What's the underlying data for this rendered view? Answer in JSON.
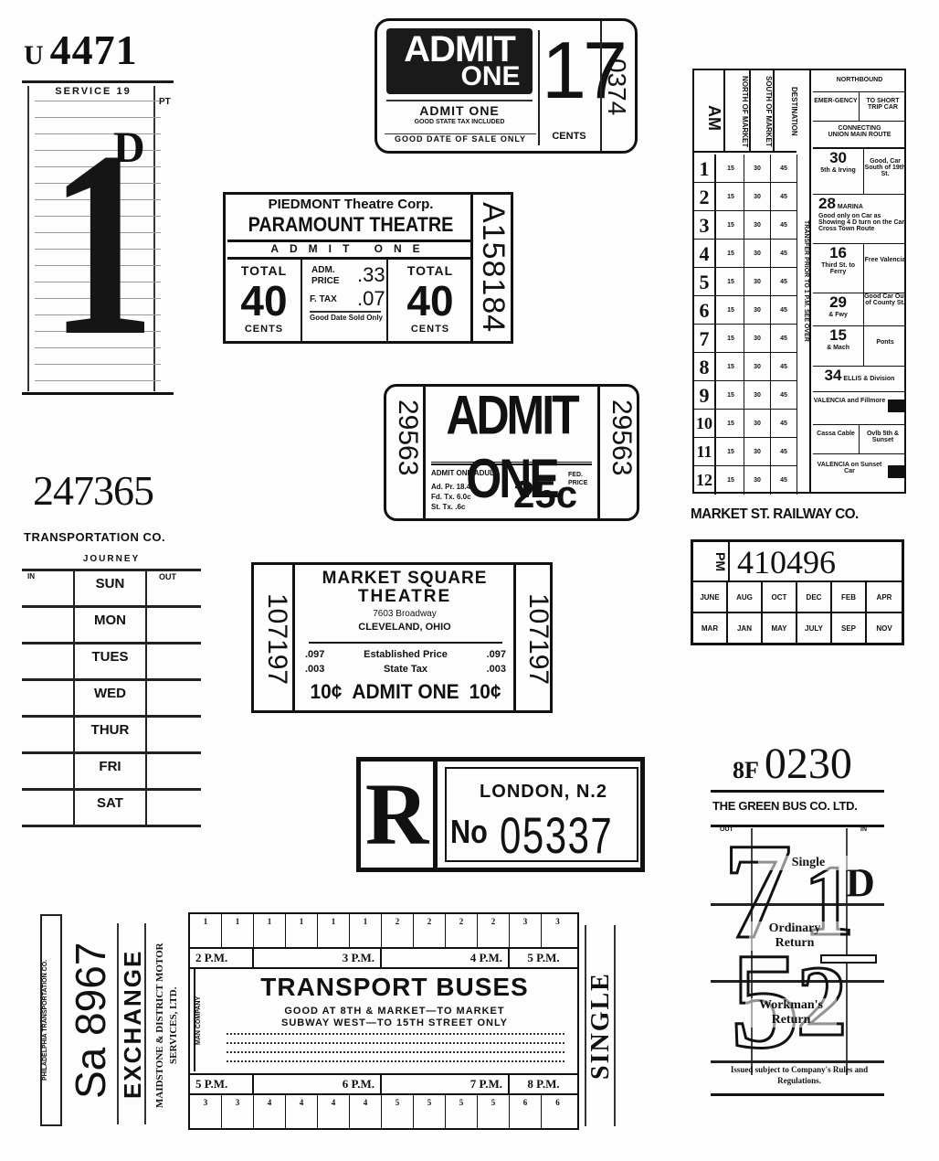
{
  "tickets": {
    "one_penny": {
      "prefix": "U",
      "serial": "4471",
      "service": "SERVICE 19",
      "value": "1",
      "value_unit": "D",
      "side_label": "PT"
    },
    "admit_one_17": {
      "badge_top": "ADMIT",
      "badge_bottom": "ONE",
      "subtitle": "ADMIT ONE",
      "tax_line": "GOOD STATE TAX INCLUDED",
      "validity": "GOOD DATE OF SALE ONLY",
      "price": "17",
      "price_unit": "CENTS",
      "serial": "0374"
    },
    "paramount": {
      "corp": "PIEDMONT Theatre Corp.",
      "name": "PARAMOUNT THEATRE",
      "admit": "ADMIT ONE",
      "total_label": "TOTAL",
      "total": "40",
      "total_unit": "CENTS",
      "adm_label": "ADM. PRICE",
      "adm_value": ".33",
      "tax_label": "F. TAX",
      "tax_value": ".07",
      "validity": "Good Date Sold Only",
      "serial": "A158184"
    },
    "admit_one_25c": {
      "title": "ADMIT ONE",
      "serial": "29563",
      "line": "ADMIT ONE ADULT",
      "fees": [
        "Ad. Pr. 18.4c",
        "Fd. Tx. 6.0c",
        "St. Tx. .6c"
      ],
      "price": "25c",
      "fed_label": "FED. PRICE"
    },
    "market_square": {
      "serial": "107197",
      "name_line1": "MARKET SQUARE",
      "name_line2": "THEATRE",
      "address": "7603 Broadway",
      "city": "CLEVELAND, OHIO",
      "established_left": ".097",
      "established_label": "Established Price",
      "established_right": ".097",
      "tax_left": ".003",
      "tax_label": "State Tax",
      "tax_right": ".003",
      "price_left": "10¢",
      "admit": "ADMIT ONE",
      "price_right": "10¢"
    },
    "market_st_railway": {
      "am_label": "AM",
      "header_cols": [
        "NORTH OF MARKET",
        "SOUTH OF MARKET",
        "DESTINATION"
      ],
      "transfer_label": "TRANSFER PRIOR TO 1 P.M. SEE OVER",
      "hours": [
        "1",
        "2",
        "3",
        "4",
        "5",
        "6",
        "7",
        "8",
        "9",
        "10",
        "11",
        "12"
      ],
      "minutes": [
        "15",
        "30",
        "45"
      ],
      "routes": [
        {
          "top": "NORTHBOUND",
          "left": "EMER-GENCY",
          "right": "TO SHORT TRIP CAR"
        },
        {
          "top": "CONNECTING",
          "line": "UNION MAIN ROUTE"
        },
        {
          "num": "30",
          "sub": "5th & Irving",
          "right": "Good, Car South of 19th St."
        },
        {
          "num": "28",
          "sub": "MARINA",
          "line": "Good only on Car as Showing 4 D turn on the Car Cross Town Route"
        },
        {
          "num": "16",
          "sub": "Third St. to Ferry",
          "right": "Free Valencia"
        },
        {
          "num": "29",
          "sub": "& Fwy",
          "right": "Good Car Out of County St."
        },
        {
          "num": "15",
          "sub": "& Mach",
          "right": "Ponts"
        },
        {
          "num": "34",
          "right": "ELLIS & Division"
        },
        {
          "line": "VALENCIA and Fillmore"
        },
        {
          "left": "Cassa Cable",
          "right": "Ovlb 5th & Sunset"
        },
        {
          "line": "VALENCIA on Sunset Car"
        }
      ],
      "company": "MARKET ST. RAILWAY CO.",
      "pm_label": "PM",
      "pm_serial": "410496",
      "months_row1": [
        "JUNE",
        "AUG",
        "OCT",
        "DEC",
        "FEB",
        "APR"
      ],
      "months_row2": [
        "MAR",
        "JAN",
        "MAY",
        "JULY",
        "SEP",
        "NOV"
      ]
    },
    "transportation_co": {
      "serial": "247365",
      "company": "TRANSPORTATION CO.",
      "journey": "JOURNEY",
      "in_label": "IN",
      "out_label": "OUT",
      "days": [
        "SUN",
        "MON",
        "TUES",
        "WED",
        "THUR",
        "FRI",
        "SAT"
      ]
    },
    "london": {
      "class_letter": "R",
      "city": "LONDON, N.2",
      "no_label": "No",
      "serial": "05337"
    },
    "green_bus": {
      "prefix": "8F",
      "serial": "0230",
      "company": "THE GREEN BUS CO. LTD.",
      "out_label": "OUT",
      "in_label": "IN",
      "fare_top": "7",
      "fare_top2": "1",
      "fare_unit": "D",
      "fare_bottom": "5",
      "fare_bottom2": "2",
      "labels": [
        "Single",
        "Ordinary Return",
        "Workman's Return"
      ],
      "footer": "Issued subject to Company's Rules and Regulations."
    },
    "exchange": {
      "company_small": "PHILADELPHIA TRANSPORTATION CO.",
      "serial": "Sa 8967",
      "label": "EXCHANGE",
      "operator": "MAIDSTONE & DISTRICT MOTOR SERVICES, LTD."
    },
    "transport_buses": {
      "top_fares": [
        "1",
        "1",
        "1",
        "1",
        "1",
        "1",
        "2",
        "2",
        "2",
        "2",
        "3",
        "3"
      ],
      "top_times": [
        "2 P.M.",
        "3 P.M.",
        "4 P.M.",
        "5 P.M."
      ],
      "side_label": "MAN COMPANY",
      "title": "TRANSPORT BUSES",
      "line1": "GOOD AT 8TH & MARKET—TO MARKET",
      "line2": "SUBWAY WEST—TO 15TH STREET ONLY",
      "bottom_times": [
        "5 P.M.",
        "6 P.M.",
        "7 P.M.",
        "8 P.M."
      ],
      "bottom_fares": [
        "3",
        "3",
        "4",
        "4",
        "4",
        "4",
        "5",
        "5",
        "5",
        "5",
        "6",
        "6"
      ],
      "single_label": "SINGLE"
    }
  }
}
